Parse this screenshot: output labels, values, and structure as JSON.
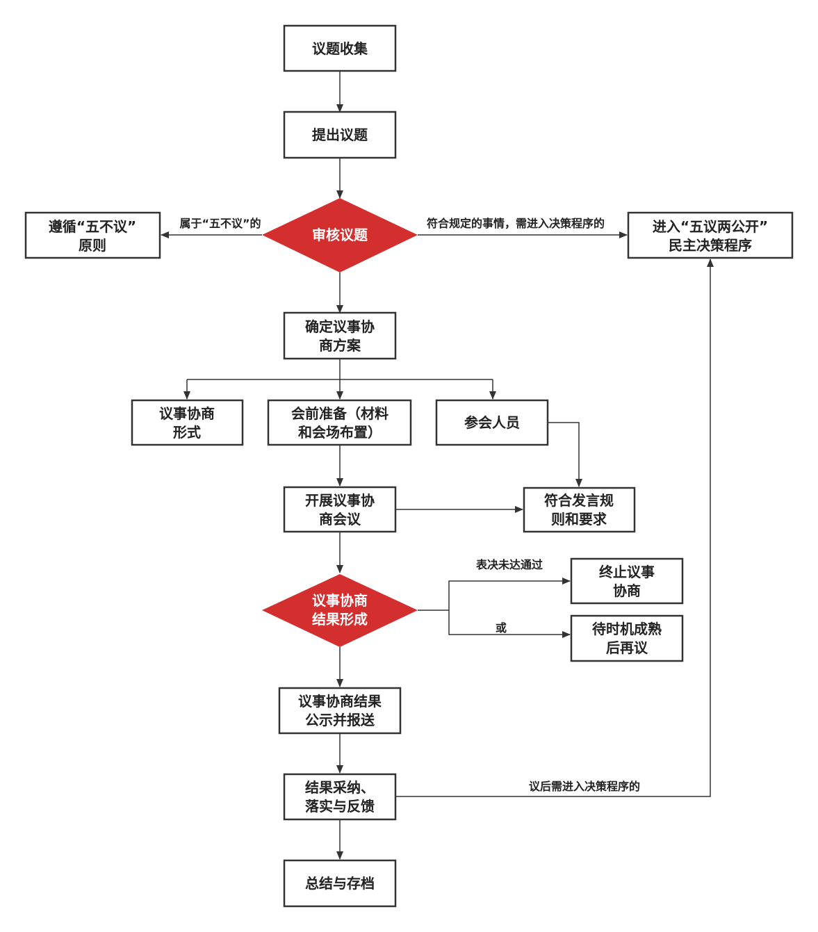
{
  "colors": {
    "decision_fill": "#d32f2f",
    "stroke": "#333333",
    "text": "#222222"
  },
  "nodes": {
    "collect": "议题收集",
    "propose": "提出议题",
    "review": "审核议题",
    "five_no_l1": "遵循“五不议”",
    "five_no_l2": "原则",
    "five_two_l1": "进入“五议两公开”",
    "five_two_l2": "民主决策程序",
    "plan_l1": "确定议事协",
    "plan_l2": "商方案",
    "form_l1": "议事协商",
    "form_l2": "形式",
    "prep_l1": "会前准备（材料",
    "prep_l2": "和会场布置）",
    "participants": "参会人员",
    "meeting_l1": "开展议事协",
    "meeting_l2": "商会议",
    "speech_l1": "符合发言规",
    "speech_l2": "则和要求",
    "result_l1": "议事协商",
    "result_l2": "结果形成",
    "terminate_l1": "终止议事",
    "terminate_l2": "协商",
    "wait_l1": "待时机成熟",
    "wait_l2": "后再议",
    "publish_l1": "议事协商结果",
    "publish_l2": "公示并报送",
    "adopt_l1": "结果采纳、",
    "adopt_l2": "落实与反馈",
    "archive": "总结与存档"
  },
  "edges": {
    "belongs_five_no": "属于“五不议”的",
    "compliant": "符合规定的事情，需进入决策程序的",
    "vote_failed": "表决未达通过",
    "or": "或",
    "post_decision": "议后需进入决策程序的"
  }
}
